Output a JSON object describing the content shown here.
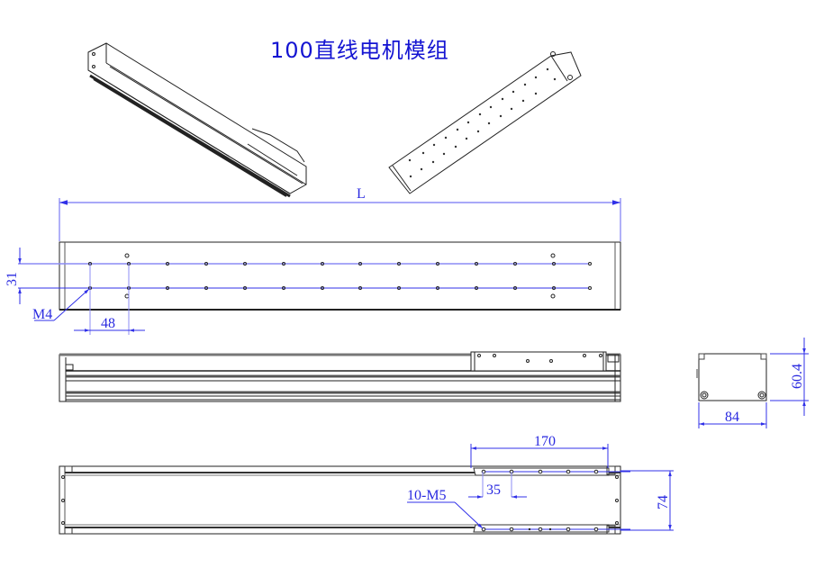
{
  "title": "100直线电机模组",
  "colors": {
    "title": "#1414d2",
    "dimension": "#3030e8",
    "centerline_light": "#8c8cf5",
    "outline": "#222222"
  },
  "views": {
    "iso_front": {
      "label": "isometric-view-front"
    },
    "iso_bottom": {
      "label": "isometric-view-bottom"
    },
    "top_view": {
      "overall_length_label": "L",
      "row_spacing": "31",
      "hole_pitch": "48",
      "thread_callout": "M4"
    },
    "side_view": {
      "label": "side-view"
    },
    "end_view": {
      "width": "84",
      "height": "60.4"
    },
    "bottom_view": {
      "carriage_length": "170",
      "hole_pitch": "35",
      "thread_callout": "10-M5",
      "rail_span": "74"
    }
  }
}
